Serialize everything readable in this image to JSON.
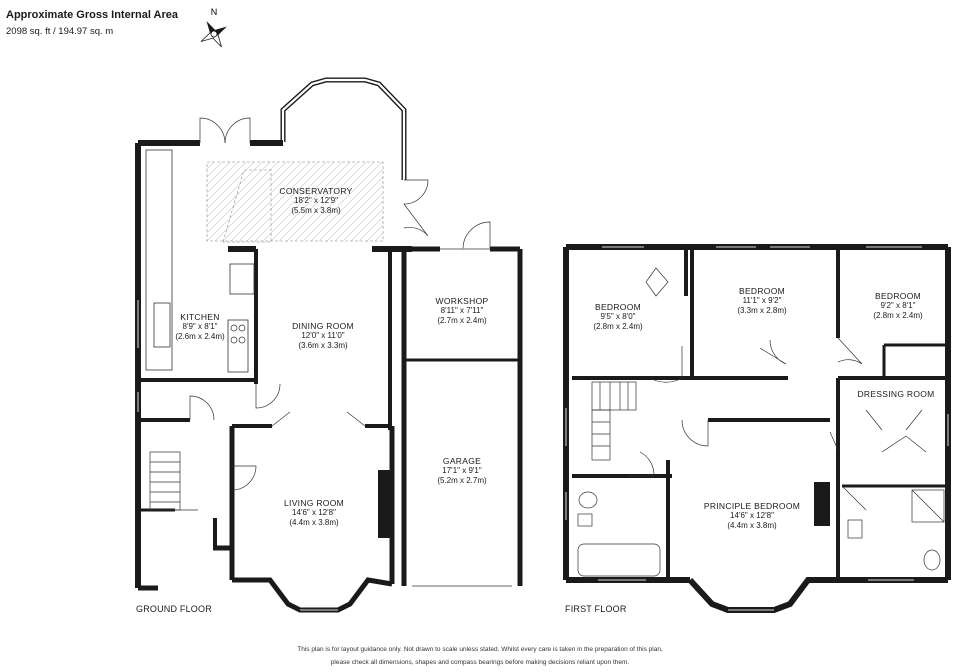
{
  "header": {
    "title": "Approximate Gross Internal Area",
    "area": "2098 sq. ft / 194.97 sq. m"
  },
  "compass": {
    "label": "N"
  },
  "floors": {
    "ground": {
      "label": "GROUND FLOOR"
    },
    "first": {
      "label": "FIRST FLOOR"
    }
  },
  "rooms": {
    "conservatory": {
      "name": "CONSERVATORY",
      "imperial": "18'2\" x 12'9\"",
      "metric": "(5.5m x 3.8m)"
    },
    "kitchen": {
      "name": "KITCHEN",
      "imperial": "8'9\" x 8'1\"",
      "metric": "(2.6m x 2.4m)"
    },
    "dining": {
      "name": "DINING ROOM",
      "imperial": "12'0\" x 11'0\"",
      "metric": "(3.6m x 3.3m)"
    },
    "workshop": {
      "name": "WORKSHOP",
      "imperial": "8'11\" x 7'11\"",
      "metric": "(2.7m x 2.4m)"
    },
    "garage": {
      "name": "GARAGE",
      "imperial": "17'1\" x 9'1\"",
      "metric": "(5.2m x 2.7m)"
    },
    "living": {
      "name": "LIVING ROOM",
      "imperial": "14'6\" x 12'8\"",
      "metric": "(4.4m x 3.8m)"
    },
    "bedroom1": {
      "name": "BEDROOM",
      "imperial": "9'5\" x 8'0\"",
      "metric": "(2.8m x 2.4m)"
    },
    "bedroom2": {
      "name": "BEDROOM",
      "imperial": "11'1\" x 9'2\"",
      "metric": "(3.3m x 2.8m)"
    },
    "bedroom3": {
      "name": "BEDROOM",
      "imperial": "9'2\" x 8'1\"",
      "metric": "(2.8m x 2.4m)"
    },
    "dressing": {
      "name": "DRESSING ROOM"
    },
    "principle": {
      "name": "PRINCIPLE BEDROOM",
      "imperial": "14'6\" x 12'8\"",
      "metric": "(4.4m x 3.8m)"
    }
  },
  "disclaimer": {
    "line1": "This plan is for layout guidance only.  Not drawn to scale unless stated. Whilst every care is taken in the preparation of this plan,",
    "line2": "please check all dimensions, shapes and compass bearings before making decisions reliant upon them."
  },
  "colors": {
    "wall": "#1a1a1a",
    "line": "#333333",
    "window": "#9a9a9a"
  }
}
